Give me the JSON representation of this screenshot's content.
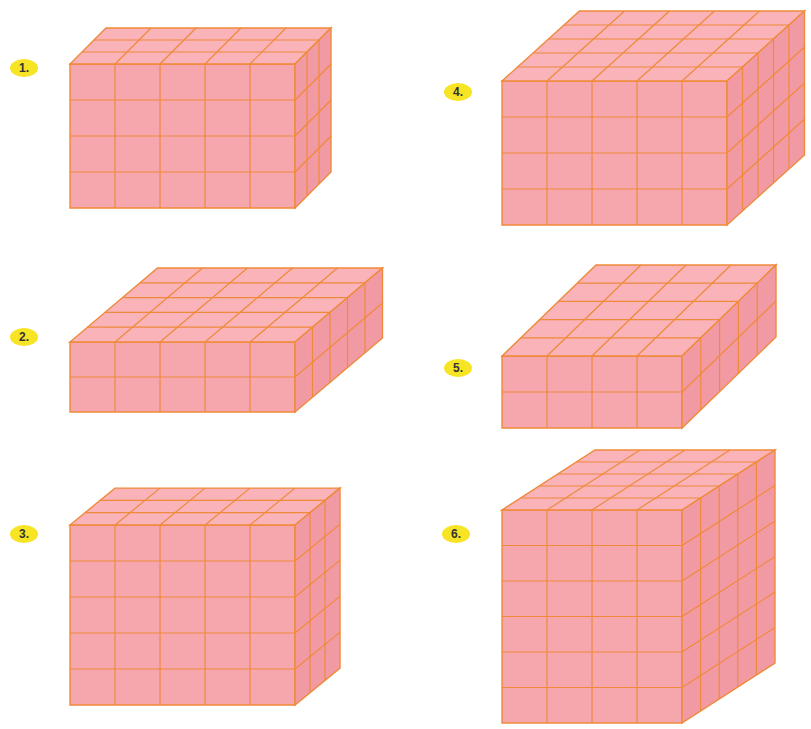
{
  "diagram": {
    "labels": [
      "1.",
      "4.",
      "2.",
      "5.",
      "3.",
      "6."
    ]
  }
}
